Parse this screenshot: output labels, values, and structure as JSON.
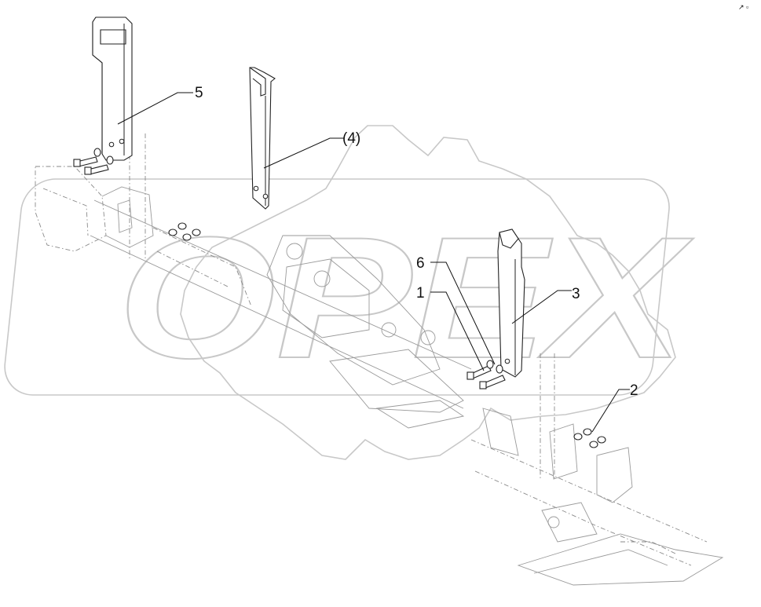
{
  "diagram": {
    "watermark_text": "OPEX",
    "corner_mark": "↗ ▫",
    "callouts": {
      "item_1": "1",
      "item_2": "2",
      "item_3": "3",
      "item_4": "(4)",
      "item_5": "5",
      "item_6": "6"
    }
  }
}
